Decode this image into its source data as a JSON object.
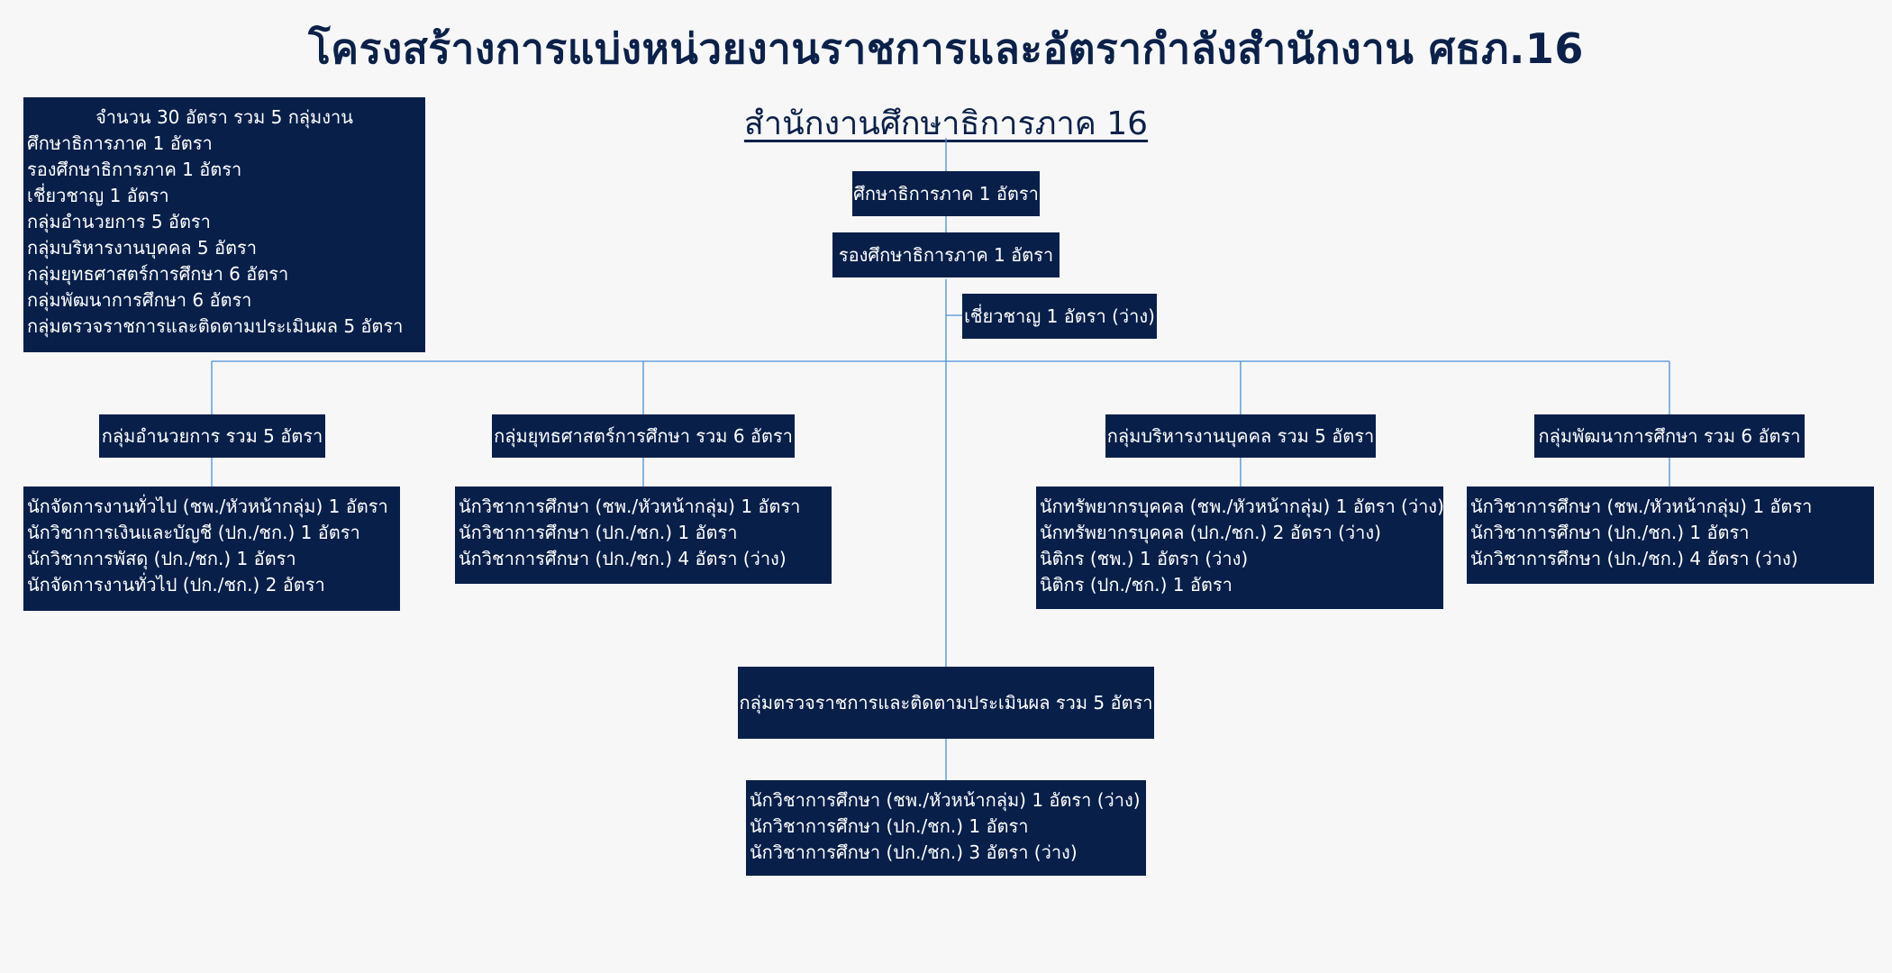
{
  "title": "โครงสร้างการแบ่งหน่วยงานราชการและอัตรากำลังสำนักงาน ศธภ.16",
  "org_name": "สำนักงานศึกษาธิการภาค 16",
  "summary": {
    "heading": "จำนวน 30 อัตรา รวม 5 กลุ่มงาน",
    "lines": [
      "ศึกษาธิการภาค 1 อัตรา",
      "รองศึกษาธิการภาค 1 อัตรา",
      "เชี่ยวชาญ 1 อัตรา",
      "กลุ่มอำนวยการ 5 อัตรา",
      "กลุ่มบริหารงานบุคคล 5 อัตรา",
      "กลุ่มยุทธศาสตร์การศึกษา 6 อัตรา",
      "กลุ่มพัฒนาการศึกษา 6 อัตรา",
      "กลุ่มตรวจราชการและติดตามประเมินผล 5 อัตรา"
    ]
  },
  "executives": {
    "director": "ศึกษาธิการภาค 1 อัตรา",
    "deputy": "รองศึกษาธิการภาค 1 อัตรา",
    "expert": "เชี่ยวชาญ 1 อัตรา (ว่าง)"
  },
  "groups": {
    "admin": {
      "label": "กลุ่มอำนวยการ รวม 5 อัตรา",
      "positions": [
        "นักจัดการงานทั่วไป (ชพ./หัวหน้ากลุ่ม) 1 อัตรา",
        "นักวิชาการเงินและบัญชี (ปก./ชก.) 1 อัตรา",
        "นักวิชาการพัสดุ (ปก./ชก.) 1 อัตรา",
        "นักจัดการงานทั่วไป (ปก./ชก.) 2 อัตรา"
      ]
    },
    "strategy": {
      "label": "กลุ่มยุทธศาสตร์การศึกษา รวม 6 อัตรา",
      "positions": [
        "นักวิชาการศึกษา (ชพ./หัวหน้ากลุ่ม) 1 อัตรา",
        "นักวิชาการศึกษา (ปก./ชก.) 1 อัตรา",
        "นักวิชาการศึกษา (ปก./ชก.) 4 อัตรา (ว่าง)"
      ]
    },
    "personnel": {
      "label": "กลุ่มบริหารงานบุคคล รวม 5 อัตรา",
      "positions": [
        "นักทรัพยากรบุคคล (ชพ./หัวหน้ากลุ่ม) 1 อัตรา (ว่าง)",
        "นักทรัพยากรบุคคล (ปก./ชก.) 2 อัตรา (ว่าง)",
        "นิติกร (ชพ.) 1 อัตรา (ว่าง)",
        "นิติกร (ปก./ชก.) 1 อัตรา"
      ]
    },
    "development": {
      "label": "กลุ่มพัฒนาการศึกษา รวม 6 อัตรา",
      "positions": [
        "นักวิชาการศึกษา (ชพ./หัวหน้ากลุ่ม) 1 อัตรา",
        "นักวิชาการศึกษา (ปก./ชก.) 1 อัตรา",
        "นักวิชาการศึกษา (ปก./ชก.) 4 อัตรา (ว่าง)"
      ]
    },
    "inspection": {
      "label": "กลุ่มตรวจราชการและติดตามประเมินผล รวม 5 อัตรา",
      "positions": [
        "นักวิชาการศึกษา (ชพ./หัวหน้ากลุ่ม) 1 อัตรา (ว่าง)",
        "นักวิชาการศึกษา (ปก./ชก.) 1 อัตรา",
        "นักวิชาการศึกษา (ปก./ชก.) 3 อัตรา (ว่าง)"
      ]
    }
  },
  "colors": {
    "box": "#081f4a",
    "title": "#0b2149",
    "connector": "#4a8fd6",
    "background": "#f7f7f8"
  }
}
